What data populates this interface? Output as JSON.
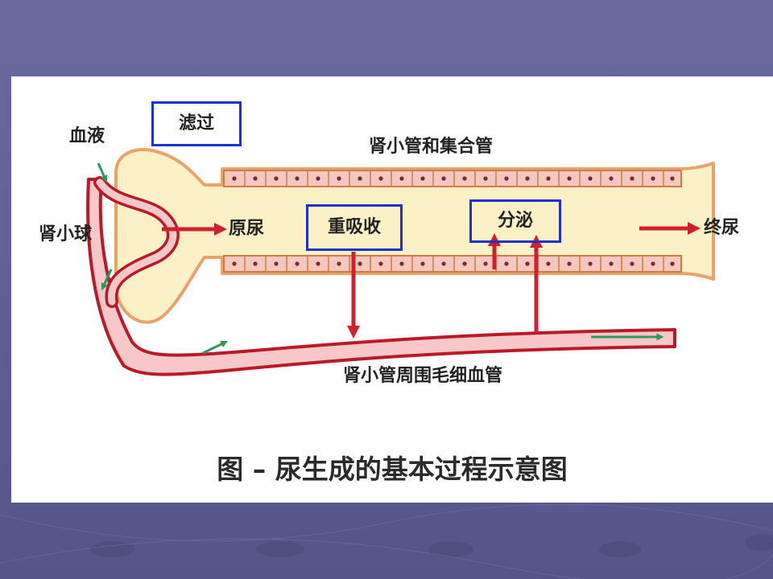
{
  "slide": {
    "background": "#5f5f95",
    "panel_background": "#ffffff"
  },
  "labels": {
    "blood": "血液",
    "glomerulus": "肾小球",
    "primary_urine": "原尿",
    "tubule": "肾小管和集合管",
    "final_urine": "终尿",
    "capillary": "肾小管周围毛细血管"
  },
  "process_boxes": {
    "filtration": "滤过",
    "reabsorption": "重吸收",
    "secretion": "分泌"
  },
  "caption": "图 – 尿生成的基本过程示意图",
  "colors": {
    "box_border": "#1f2fd0",
    "process_arrow": "#d0202e",
    "flow_arrow": "#2a9a5a",
    "tubule_fill": "#fcf1c6",
    "tubule_wall": "#e6a46a",
    "vessel_fill": "#f8c8c8",
    "vessel_outline": "#b81a2a"
  },
  "icons": {
    "process_arrow": "red-arrow-icon",
    "flow_arrow": "green-arrow-icon"
  }
}
